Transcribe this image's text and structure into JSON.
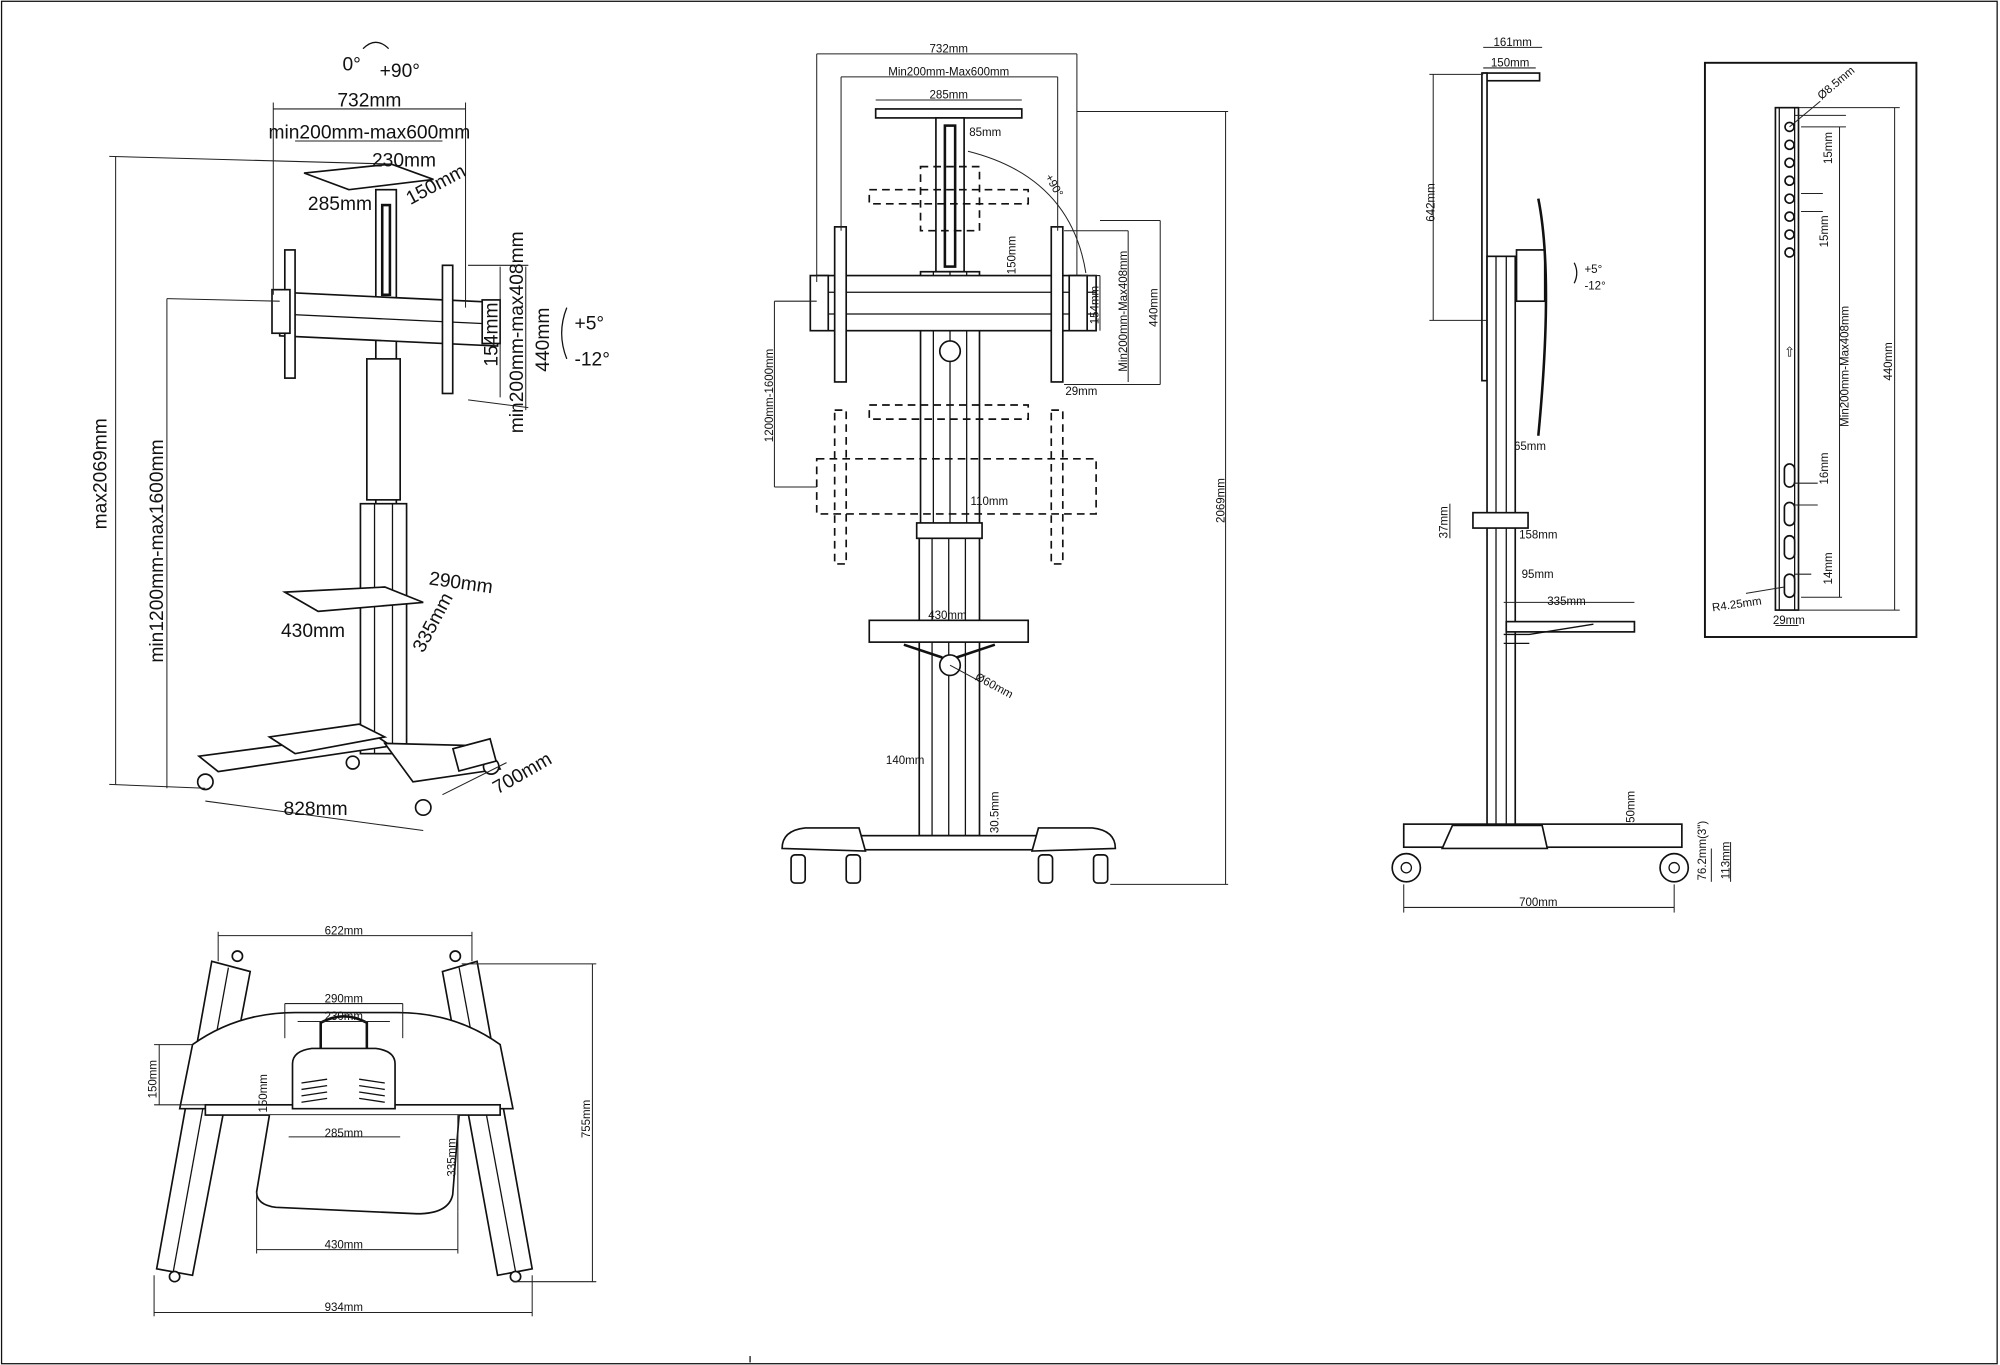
{
  "perspective_view": {
    "rotation_start": "0°",
    "rotation_end": "+90°",
    "width_total": "732mm",
    "vesa_width_range": "min200mm-max600mm",
    "plate_230": "230mm",
    "plate_285": "285mm",
    "plate_150": "150mm",
    "height_154": "154mm",
    "vesa_height_range": "min200mm-max408mm",
    "height_440": "440mm",
    "tilt_up": "+5°",
    "tilt_down": "-12°",
    "max_height": "max2069mm",
    "height_range": "min1200mm-max1600mm",
    "shelf_290": "290mm",
    "shelf_430": "430mm",
    "shelf_335": "335mm",
    "base_width": "828mm",
    "base_depth": "700mm"
  },
  "front_view": {
    "width_total": "732mm",
    "vesa_width_range": "Min200mm-Max600mm",
    "plate_285": "285mm",
    "dim_85": "85mm",
    "rotation": "+90°",
    "dim_150": "150mm",
    "dim_154": "154mm",
    "vesa_height_range": "Min200mm-Max408mm",
    "dim_440": "440mm",
    "dim_29": "29mm",
    "height_range": "1200mm-1600mm",
    "dim_110": "110mm",
    "shelf_430": "430mm",
    "diameter_60": "Ø60mm",
    "dim_140": "140mm",
    "dim_30_5": "30.5mm",
    "height_total": "2069mm"
  },
  "side_view": {
    "dim_161": "161mm",
    "dim_150": "150mm",
    "dim_642": "642mm",
    "tilt_up": "+5°",
    "tilt_down": "-12°",
    "dim_65": "65mm",
    "dim_37": "37mm",
    "dim_158": "158mm",
    "dim_95": "95mm",
    "shelf_335": "335mm",
    "dim_50": "50mm",
    "wheel_size": "76.2mm(3\")",
    "dim_113": "113mm",
    "base_700": "700mm"
  },
  "bracket_detail": {
    "hole_diameter": "Ø8.5mm",
    "spacing_15a": "15mm",
    "spacing_15b": "15mm",
    "vesa_height_range": "Min200mm-Max408mm",
    "dim_440": "440mm",
    "slot_16": "16mm",
    "slot_14": "14mm",
    "slot_radius": "R4.25mm",
    "width_29": "29mm"
  },
  "top_view": {
    "width_622": "622mm",
    "shelf_290": "290mm",
    "shelf_230": "230mm",
    "dim_150_left": "150mm",
    "dim_150_inner": "150mm",
    "shelf_285": "285mm",
    "shelf_335": "335mm",
    "depth_755": "755mm",
    "shelf_430": "430mm",
    "width_934": "934mm"
  }
}
